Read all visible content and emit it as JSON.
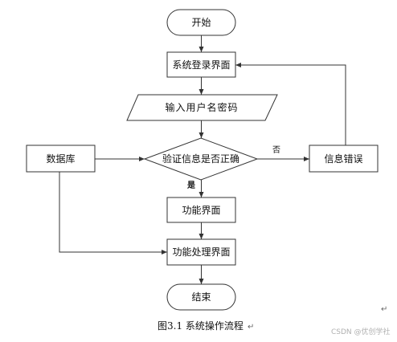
{
  "nodes": {
    "start": "开始",
    "login": "系统登录界面",
    "input": "输入用户名密码",
    "verify": "验证信息是否正确",
    "database": "数据库",
    "error": "信息错误",
    "function": "功能界面",
    "function_process": "功能处理界面",
    "end": "结束"
  },
  "edge_labels": {
    "no": "否",
    "yes": "是"
  },
  "caption": {
    "text": "图3.1  系统操作流程",
    "mark": "↵"
  },
  "paragraph_mark": "↵",
  "watermark": "CSDN @优创学社"
}
